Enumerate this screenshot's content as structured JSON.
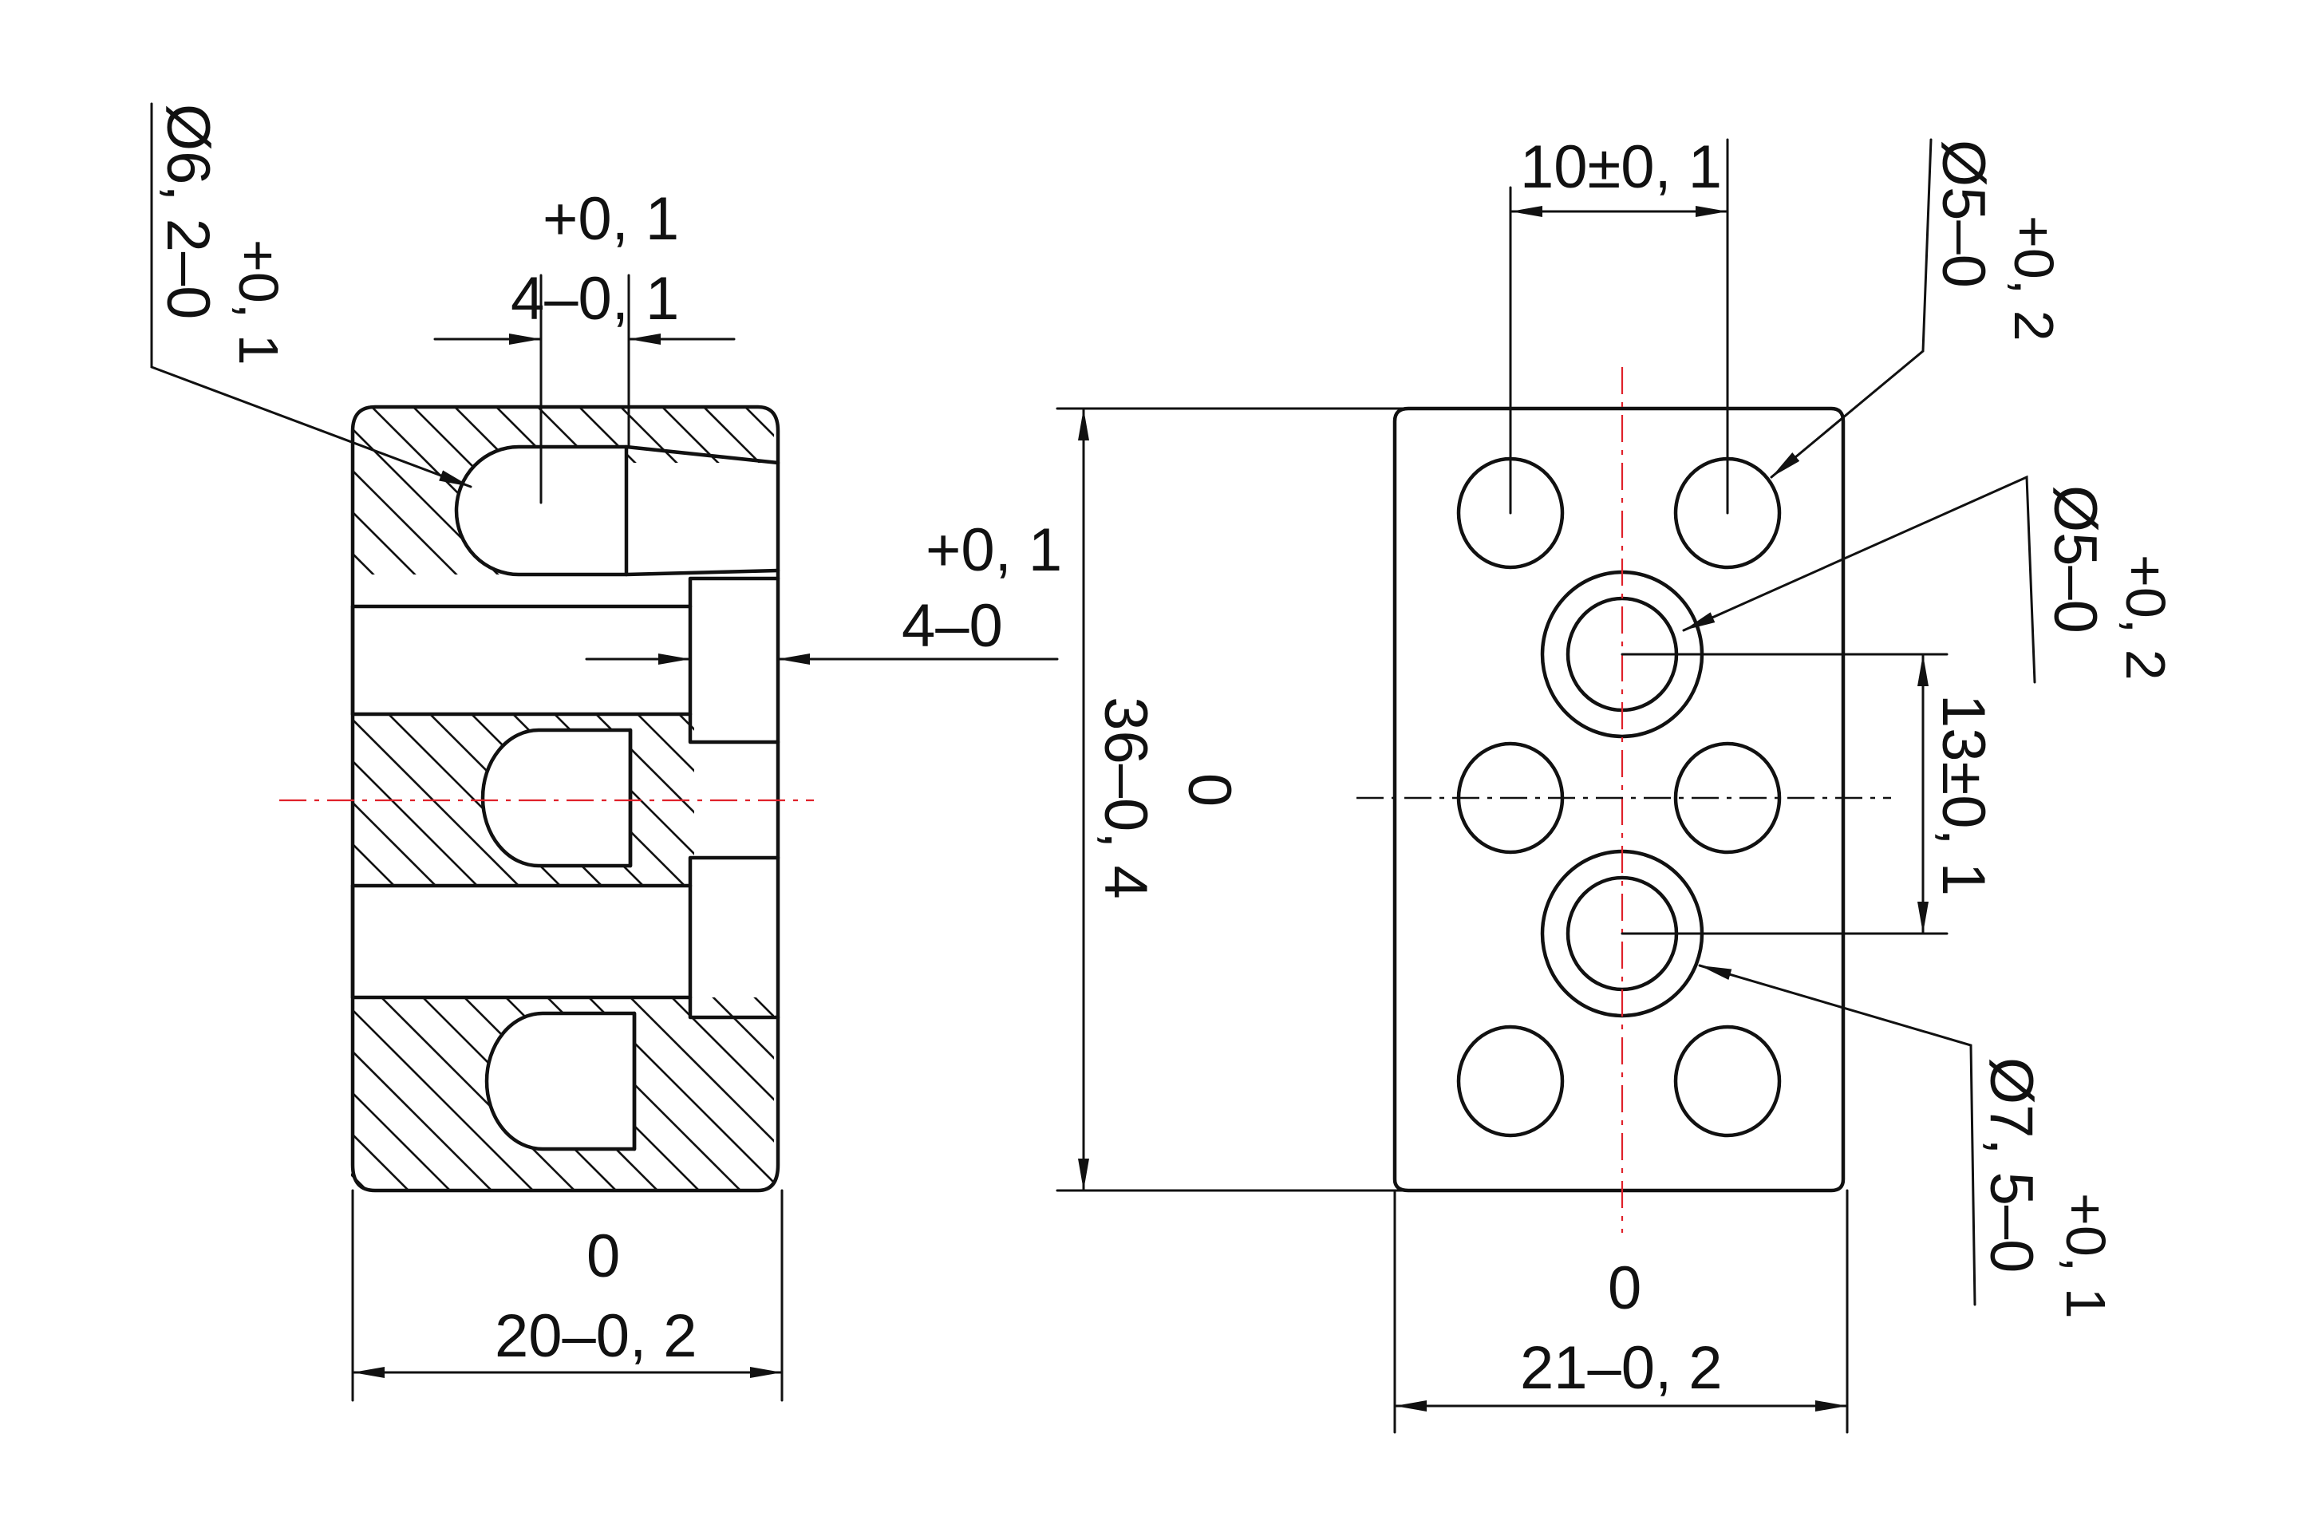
{
  "left_view": {
    "hole_diameter": {
      "base": "Ø6, 2–0",
      "tol_upper": "+0, 1"
    },
    "slot_width": {
      "tol_upper": "+0, 1",
      "base": "4–0, 1"
    },
    "slot_depth": {
      "tol_upper": "+0, 1",
      "base": "4–0"
    },
    "width": {
      "tol_zero": "0",
      "base": "20–0, 2"
    }
  },
  "right_view": {
    "height": {
      "tol_zero": "0",
      "base": "36–0, 4"
    },
    "hole_pitch_x": "10±0, 1",
    "hole_pitch_y": "13±0, 1",
    "small_hole": {
      "base": "Ø5–0",
      "tol_upper": "+0, 2"
    },
    "inner_hole": {
      "base": "Ø5–0",
      "tol_upper": "+0, 2"
    },
    "counterbore": {
      "base": "Ø7, 5–0",
      "tol_upper": "+0, 1"
    },
    "width": {
      "tol_zero": "0",
      "base": "21–0, 2"
    }
  }
}
